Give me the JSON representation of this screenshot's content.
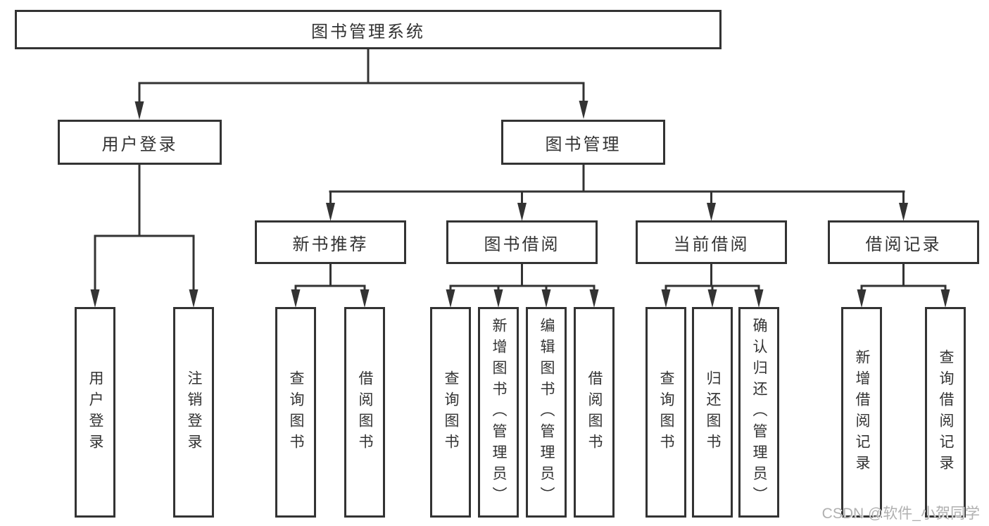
{
  "colors": {
    "line": "#333333",
    "text": "#333333",
    "watermark": "#b0b0b0",
    "background": "#ffffff"
  },
  "watermark": {
    "text": "CSDN @软件_小贺同学"
  },
  "tree": {
    "label": "图书管理系统",
    "children": [
      {
        "label": "用户登录",
        "children": [
          {
            "label": "用户登录"
          },
          {
            "label": "注销登录"
          }
        ]
      },
      {
        "label": "图书管理",
        "children": [
          {
            "label": "新书推荐",
            "children": [
              {
                "label": "查询图书"
              },
              {
                "label": "借阅图书"
              }
            ]
          },
          {
            "label": "图书借阅",
            "children": [
              {
                "label": "查询图书"
              },
              {
                "label": "新增图书（管理员）"
              },
              {
                "label": "编辑图书（管理员）"
              },
              {
                "label": "借阅图书"
              }
            ]
          },
          {
            "label": "当前借阅",
            "children": [
              {
                "label": "查询图书"
              },
              {
                "label": "归还图书"
              },
              {
                "label": "确认归还（管理员）"
              }
            ]
          },
          {
            "label": "借阅记录",
            "children": [
              {
                "label": "新增借阅记录"
              },
              {
                "label": "查询借阅记录"
              }
            ]
          }
        ]
      }
    ]
  }
}
